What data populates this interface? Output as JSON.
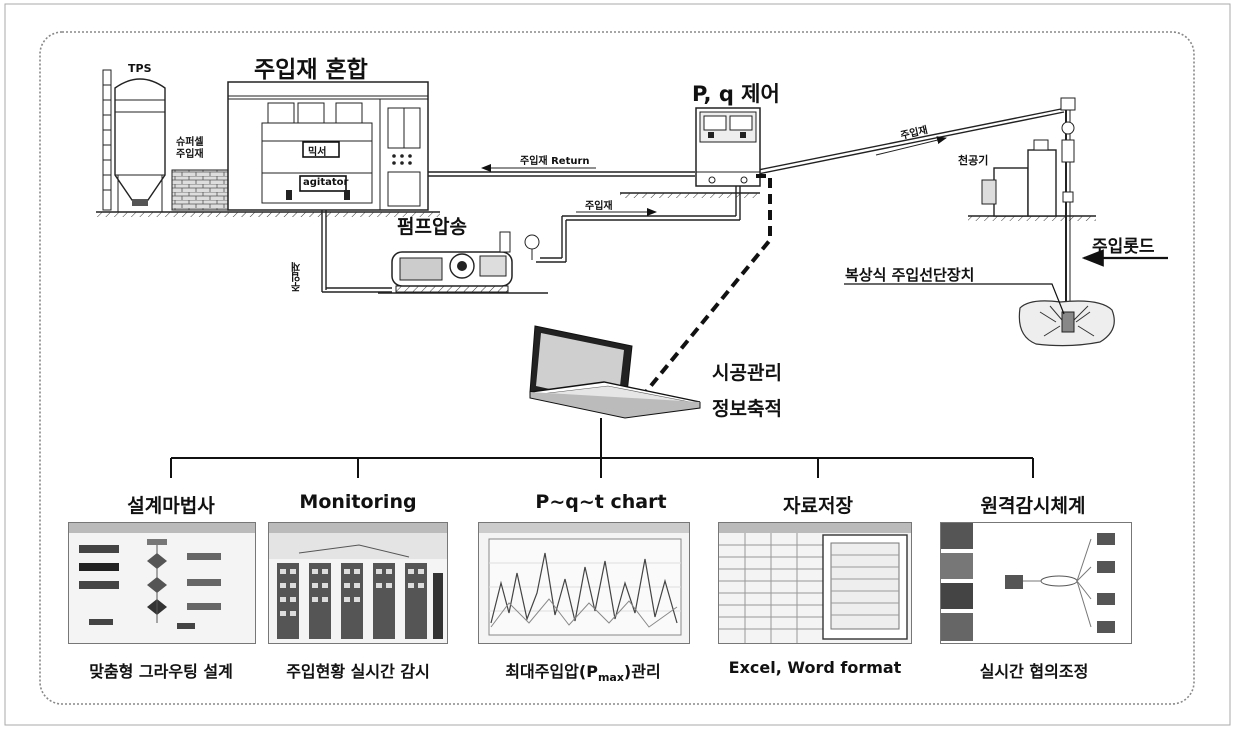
{
  "labels": {
    "tps": "TPS",
    "mixing_title": "주입재 혼합",
    "super_cement": "슈퍼셀\n주입재",
    "mixer": "믹서",
    "agitator": "agitator",
    "pump_title": "펌프압송",
    "grout_left": "주입재",
    "return_line": "주입재 Return",
    "grout_line": "주입재",
    "pq_control": "P, q 제어",
    "grout_diag": "주입재",
    "drill": "천공기",
    "rod": "주입롯드",
    "packer": "복상식 주입선단장치",
    "mgmt_line1": "시공관리",
    "mgmt_line2": "정보축적"
  },
  "modules": [
    {
      "title": "설계마법사",
      "caption": "맞춤형 그라우팅 설계",
      "icon": "flowchart-screenshot"
    },
    {
      "title": "Monitoring",
      "caption": "주입현황 실시간 감시",
      "icon": "monitoring-screenshot"
    },
    {
      "title": "P~q~t chart",
      "caption_pre": "최대주입압(P",
      "caption_sub": "max",
      "caption_post": ")관리",
      "icon": "chart-screenshot"
    },
    {
      "title": "자료저장",
      "caption": "Excel, Word format",
      "icon": "document-screenshot"
    },
    {
      "title": "원격감시체계",
      "caption": "실시간 협의조정",
      "icon": "network-screenshot"
    }
  ],
  "colors": {
    "line": "#111111",
    "frame": "#999999",
    "fill_light": "#eeeeee"
  }
}
